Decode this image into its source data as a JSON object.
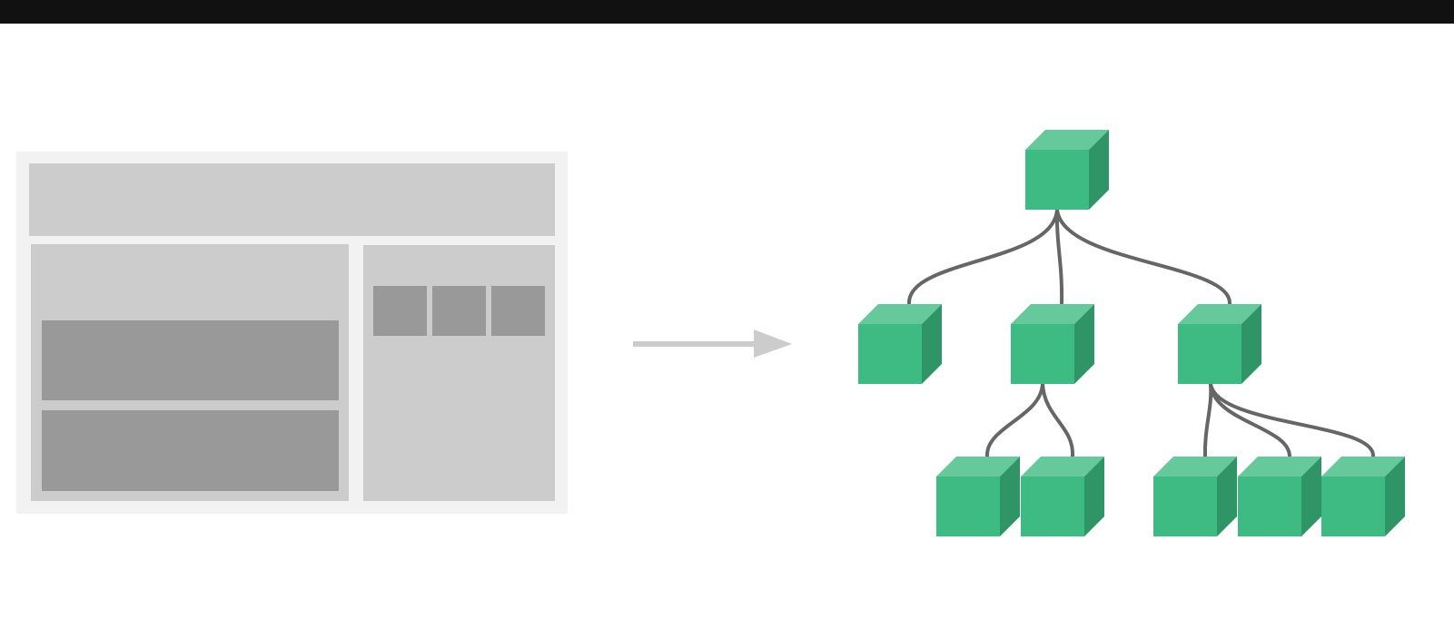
{
  "colors": {
    "top_bar": "#111111",
    "page_background": "#ffffff",
    "wireframe_frame": "#f2f2f2",
    "wireframe_panel": "#cccccc",
    "wireframe_block": "#999999",
    "arrow": "#cccccc",
    "cube_front": "#3eba83",
    "cube_top": "#65c99b",
    "cube_side": "#2f9566",
    "connector": "#666666"
  },
  "icons": {
    "page_layout": "page-layout-wireframe",
    "transform_arrow": "right-arrow-icon",
    "component_tree": "component-tree"
  },
  "tree": {
    "nodes": [
      {
        "id": "root"
      },
      {
        "id": "child-1",
        "parent": "root"
      },
      {
        "id": "child-2",
        "parent": "root"
      },
      {
        "id": "child-3",
        "parent": "root"
      },
      {
        "id": "child-2-1",
        "parent": "child-2"
      },
      {
        "id": "child-2-2",
        "parent": "child-2"
      },
      {
        "id": "child-3-1",
        "parent": "child-3"
      },
      {
        "id": "child-3-2",
        "parent": "child-3"
      },
      {
        "id": "child-3-3",
        "parent": "child-3"
      }
    ]
  }
}
